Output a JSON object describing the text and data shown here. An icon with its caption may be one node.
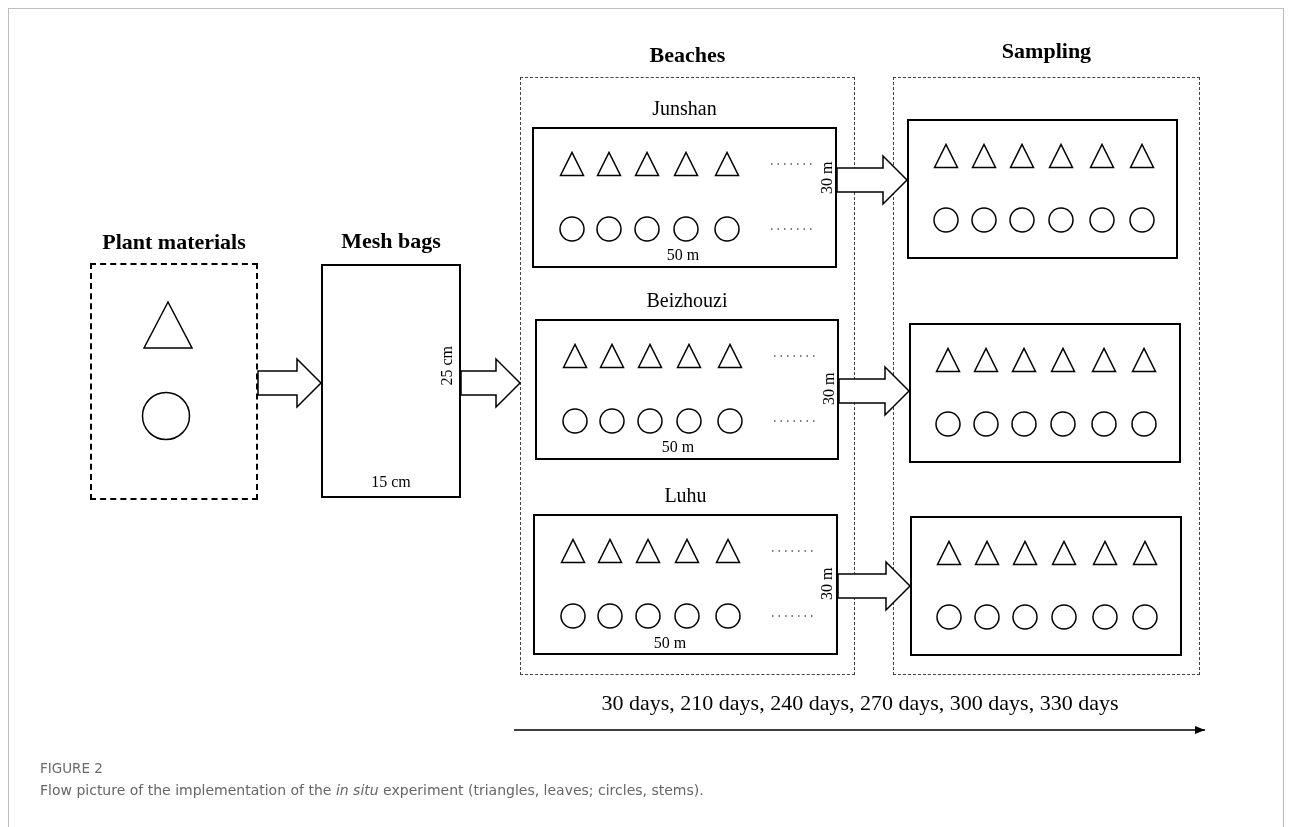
{
  "diagram": {
    "caption": "Flow picture of the implementation of the *in situ* experiment (triangles, leaves; circles, stems).",
    "nodes": [
      {
        "text": [
          "Plant materials"
        ]
      },
      {
        "text": [
          "Mesh bags"
        ]
      },
      {
        "text": [
          "Beaches"
        ]
      },
      {
        "text": [
          "Junshan"
        ],
        "in": 2
      },
      {
        "text": [
          "Beizhouzi"
        ],
        "in": 2
      },
      {
        "text": [
          "Luhu"
        ],
        "in": 2
      },
      {
        "text": [
          "Sampling"
        ]
      },
      {
        "text": [],
        "shape": "box",
        "in": 6
      },
      {
        "text": [],
        "shape": "box",
        "in": 6
      },
      {
        "text": [],
        "shape": "box",
        "in": 6
      }
    ],
    "edges": [
      {
        "from": 0,
        "to": 1,
        "arrow": "to"
      },
      {
        "from": 1,
        "to": 2,
        "arrow": "to"
      },
      {
        "from": 3,
        "to": 7,
        "arrow": "to"
      },
      {
        "from": 4,
        "to": 8,
        "arrow": "to"
      },
      {
        "from": 5,
        "to": 9,
        "arrow": "to"
      }
    ],
    "labels": [
      "25 cm",
      "15 cm",
      "30 m",
      "50 m",
      "30 m",
      "50 m",
      "30 m",
      "50 m",
      "30 days, 210 days, 240 days, 270 days, 300 days, 330 days",
      "FIGURE 2"
    ]
  }
}
